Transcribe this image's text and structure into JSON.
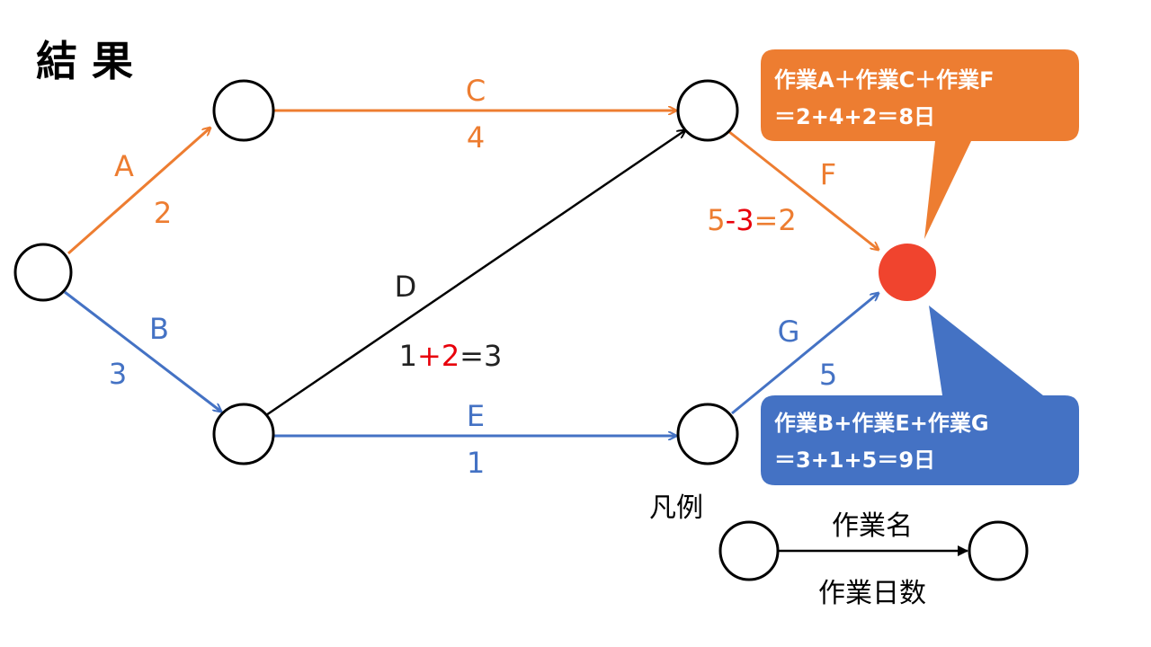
{
  "title": "結 果",
  "colors": {
    "orange": "#ED7D31",
    "blue": "#4472C4",
    "black": "#000000",
    "red": "#E8000B",
    "end_node": "#F0442E",
    "callout_text": "#FFFFFF"
  },
  "edges": {
    "A": {
      "name": "A",
      "days": "2"
    },
    "B": {
      "name": "B",
      "days": "3"
    },
    "C": {
      "name": "C",
      "days": "4"
    },
    "D": {
      "name": "D",
      "days_1": "1",
      "days_op": "+2",
      "days_2": "=3"
    },
    "E": {
      "name": "E",
      "days": "1"
    },
    "F": {
      "name": "F",
      "days_1": "5",
      "days_op": "-3",
      "days_2": "=2"
    },
    "G": {
      "name": "G",
      "days": "5"
    }
  },
  "callouts": {
    "orange": {
      "line1": "作業A＋作業C＋作業F",
      "line2": "＝2+4+2＝8日"
    },
    "blue": {
      "line1": "作業B+作業E+作業G",
      "line2": "＝3+1+5＝9日"
    }
  },
  "legend": {
    "title": "凡例",
    "task_name": "作業名",
    "task_days": "作業日数"
  }
}
